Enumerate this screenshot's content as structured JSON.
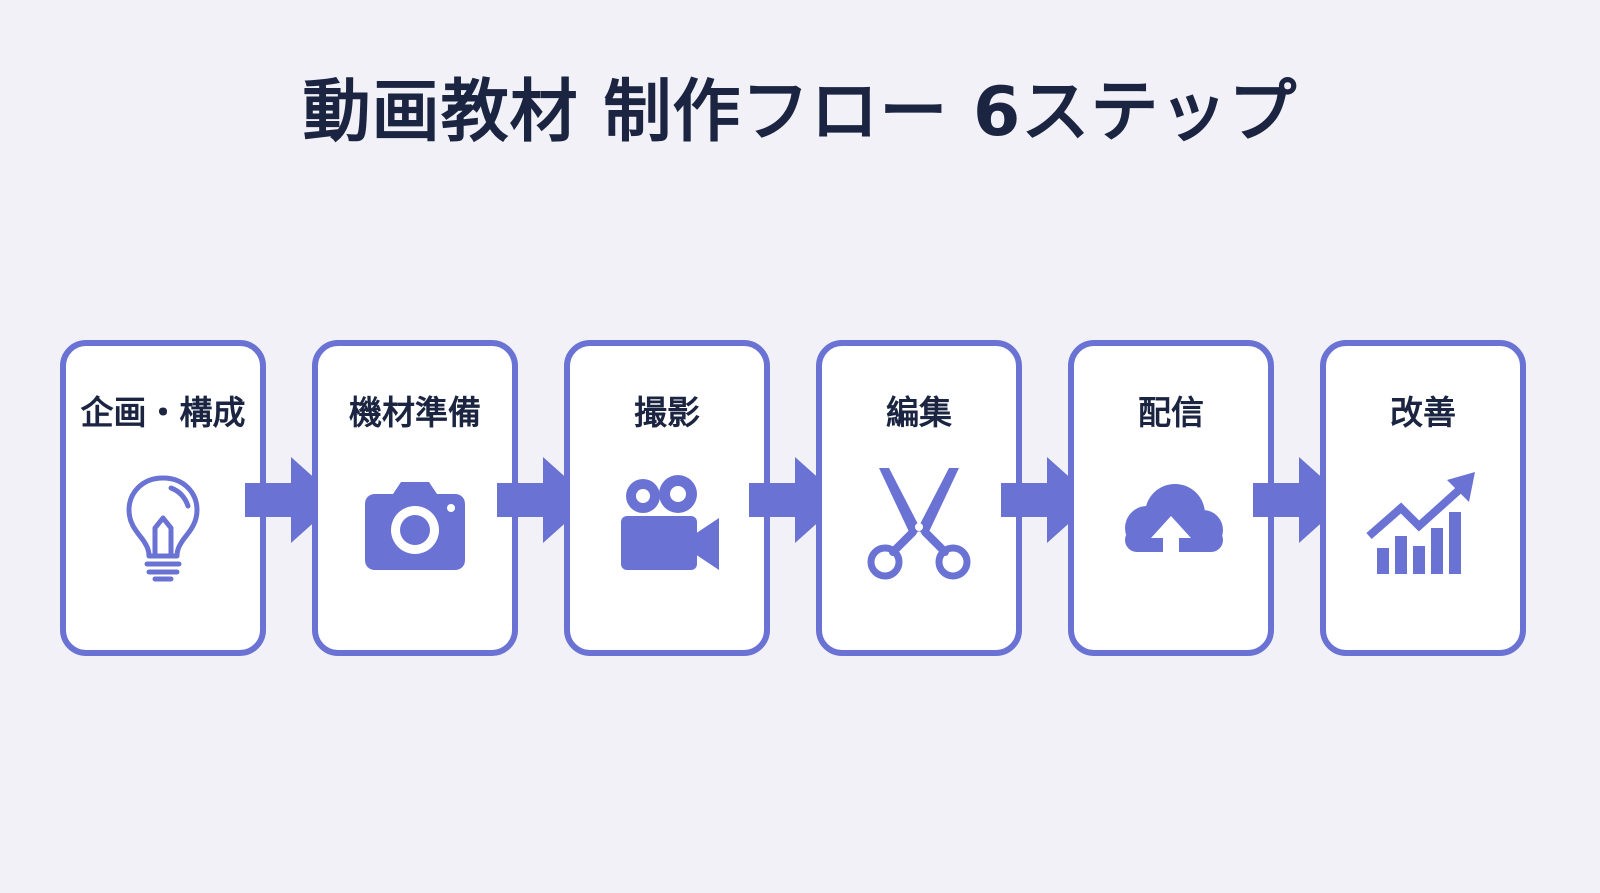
{
  "title": "動画教材 制作フロー 6ステップ",
  "accent_color": "#6a73d4",
  "text_color": "#1b2541",
  "steps": [
    {
      "label": "企画・構成",
      "icon": "lightbulb-icon"
    },
    {
      "label": "機材準備",
      "icon": "camera-icon"
    },
    {
      "label": "撮影",
      "icon": "video-camera-icon"
    },
    {
      "label": "編集",
      "icon": "scissors-icon"
    },
    {
      "label": "配信",
      "icon": "cloud-upload-icon"
    },
    {
      "label": "改善",
      "icon": "growth-chart-icon"
    }
  ]
}
